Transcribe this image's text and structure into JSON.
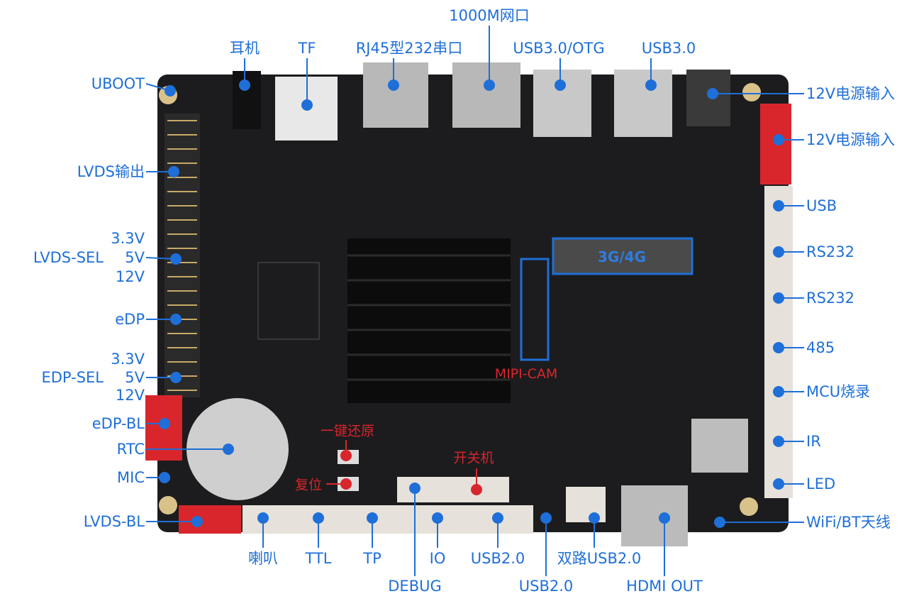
{
  "labels": {
    "top": {
      "earphone": "耳机",
      "tf": "TF",
      "rj45": "RJ45型232串口",
      "ethernet": "1000M网口",
      "usb3_otg": "USB3.0/OTG",
      "usb3": "USB3.0"
    },
    "left": {
      "uboot": "UBOOT",
      "lvds_out": "LVDS输出",
      "lvds_sel": "LVDS-SEL",
      "lvds_33": "3.3V",
      "lvds_5": "5V",
      "lvds_12": "12V",
      "edp": "eDP",
      "edp_sel": "EDP-SEL",
      "edp_33": "3.3V",
      "edp_5": "5V",
      "edp_12": "12V",
      "edp_bl": "eDP-BL",
      "rtc": "RTC",
      "mic": "MIC",
      "lvds_bl": "LVDS-BL"
    },
    "right": {
      "power1": "12V电源输入",
      "power2": "12V电源输入",
      "usb": "USB",
      "rs232_1": "RS232",
      "rs232_2": "RS232",
      "rs485": "485",
      "mcu": "MCU烧录",
      "ir": "IR",
      "led": "LED",
      "wifi": "WiFi/BT天线"
    },
    "bottom": {
      "speaker": "喇叭",
      "ttl": "TTL",
      "tp": "TP",
      "debug": "DEBUG",
      "io": "IO",
      "usb2_a": "USB2.0",
      "usb2_b": "USB2.0",
      "dual_usb2": "双路USB2.0",
      "hdmi": "HDMI OUT"
    },
    "board": {
      "recovery": "一键还原",
      "reset": "复位",
      "power_btn": "开关机",
      "mipi": "MIPI-CAM",
      "module": "3G/4G"
    }
  },
  "colors": {
    "label": "#1f6fd8",
    "board_label": "#d8262c",
    "board": "#1c1c1e"
  }
}
